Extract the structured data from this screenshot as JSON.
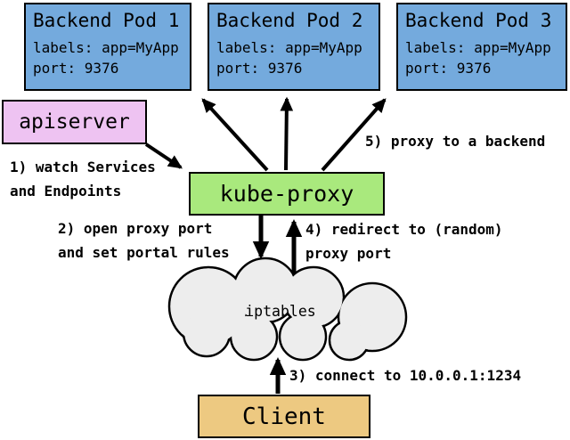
{
  "pods": [
    {
      "title": "Backend Pod 1",
      "labels_line": "labels: app=MyApp",
      "port_line": "port: 9376"
    },
    {
      "title": "Backend Pod 2",
      "labels_line": "labels: app=MyApp",
      "port_line": "port: 9376"
    },
    {
      "title": "Backend Pod 3",
      "labels_line": "labels: app=MyApp",
      "port_line": "port: 9376"
    }
  ],
  "apiserver": {
    "label": "apiserver"
  },
  "kube_proxy": {
    "label": "kube-proxy"
  },
  "iptables": {
    "label": "iptables"
  },
  "client": {
    "label": "Client"
  },
  "steps": {
    "step1": "1) watch Services\nand Endpoints",
    "step2": "2) open proxy port\nand set portal rules",
    "step3": "3) connect to 10.0.0.1:1234",
    "step4": "4) redirect to (random)\nproxy port",
    "step5": "5) proxy to a backend"
  },
  "colors": {
    "pod_fill": "#74aadd",
    "apiserver_fill": "#eec3f2",
    "kube_proxy_fill": "#a9e97d",
    "client_fill": "#edc981",
    "cloud_fill": "#ededed",
    "line": "#000000"
  }
}
